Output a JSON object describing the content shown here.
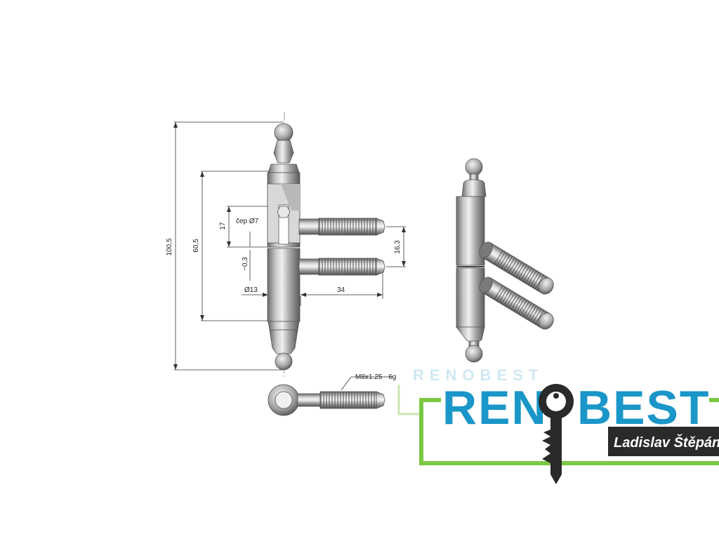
{
  "drawing": {
    "dimensions": {
      "total_height": "100,5",
      "body_height": "60,5",
      "pin_length": "17",
      "pin_diameter": "čep Ø7",
      "gap": "~0,3",
      "barrel_diameter": "Ø13",
      "screw_length": "34",
      "screw_spacing": "16,3",
      "thread_spec": "M8x1.25 - 6g"
    }
  },
  "logo": {
    "brand_left": "REN",
    "brand_right": "BEST",
    "subtitle": "Ladislav Štěpán",
    "watermark": "RENOBEST",
    "colors": {
      "blue": "#1a96c8",
      "green": "#7ac843",
      "dark": "#2a2a2a"
    },
    "icon": "key-icon"
  }
}
